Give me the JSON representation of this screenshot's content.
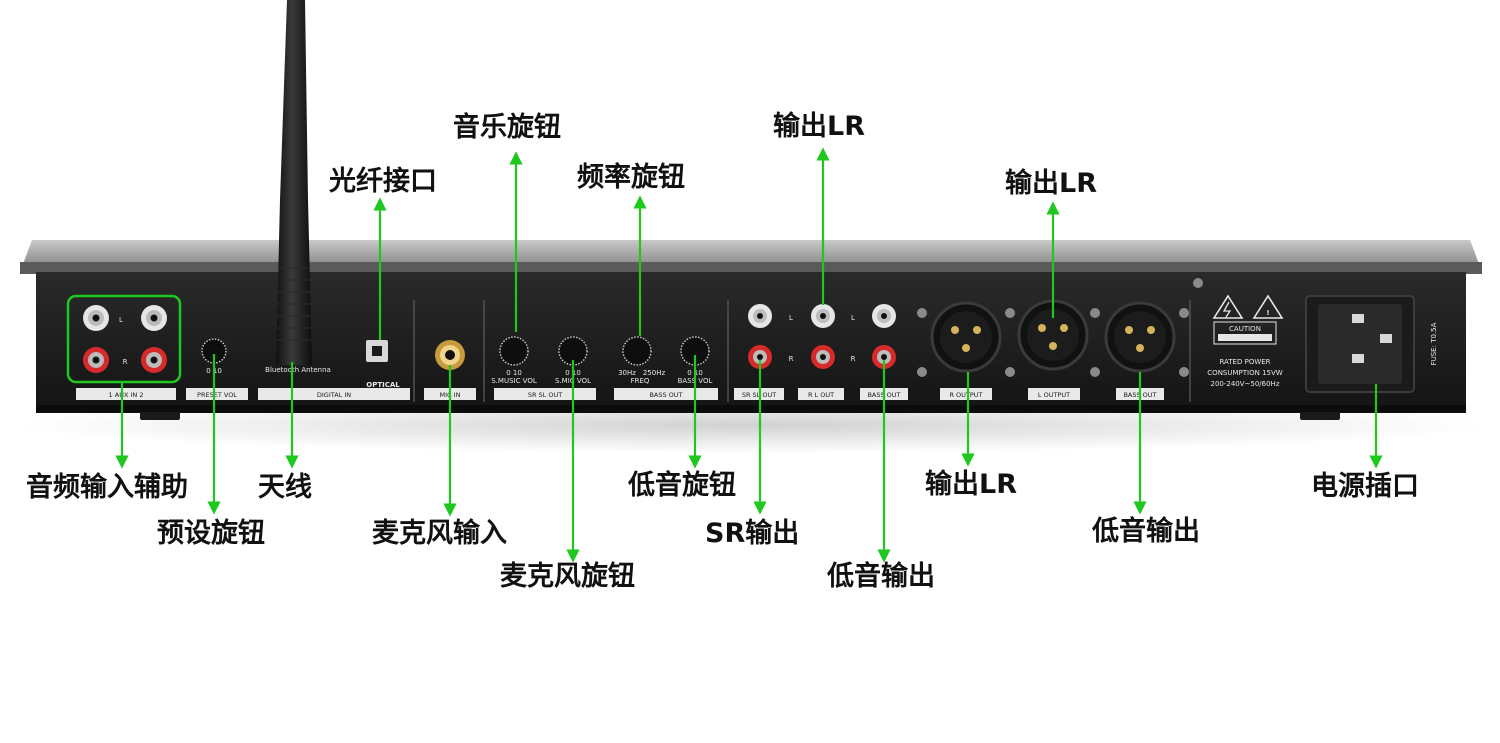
{
  "accent_color": "#1ec81e",
  "device": {
    "port_labels": {
      "aux_l": "L",
      "aux_r": "R",
      "aux_in": "1   AUX IN   2",
      "preset_vol": "PRESET VOL",
      "preset_scale": "0        10",
      "bt_antenna": "Bluetooth Antenna",
      "optical": "OPTICAL",
      "digital_in": "DIGITAL IN",
      "mic_in": "MIC IN",
      "s_music_vol": "S.MUSIC VOL",
      "s_mic_vol": "S.MIC VOL",
      "freq": "FREQ",
      "freq_scale_low": "30Hz",
      "freq_scale_high": "250Hz",
      "bass_vol": "BASS VOL",
      "knob_scale": "0      10",
      "sr_sl_out_group": "SR  SL  OUT",
      "bass_out_group": "BASS OUT",
      "sr_sl_out": "SR SL OUT",
      "r_l_out": "R L OUT",
      "bass_out": "BASS OUT",
      "r_output": "R OUTPUT",
      "l_output": "L OUTPUT",
      "bass_out_xlr": "BASS OUT",
      "caution": "CAUTION",
      "rated_power": "RATED POWER",
      "consumption": "CONSUMPTION 15VW",
      "voltage": "200-240V~50/60Hz",
      "fuse": "FUSE: T0.5A"
    }
  },
  "callouts": {
    "music_knob": "音乐旋钮",
    "output_lr_top": "输出LR",
    "optical_port": "光纤接口",
    "freq_knob": "频率旋钮",
    "output_lr_mid": "输出LR",
    "aux_in": "音频输入辅助",
    "antenna": "天线",
    "preset_knob": "预设旋钮",
    "mic_input": "麦克风输入",
    "mic_knob": "麦克风旋钮",
    "bass_knob": "低音旋钮",
    "sr_output": "SR输出",
    "bass_output_rca": "低音输出",
    "output_lr_bottom": "输出LR",
    "bass_output_xlr": "低音输出",
    "power_socket": "电源插口"
  }
}
